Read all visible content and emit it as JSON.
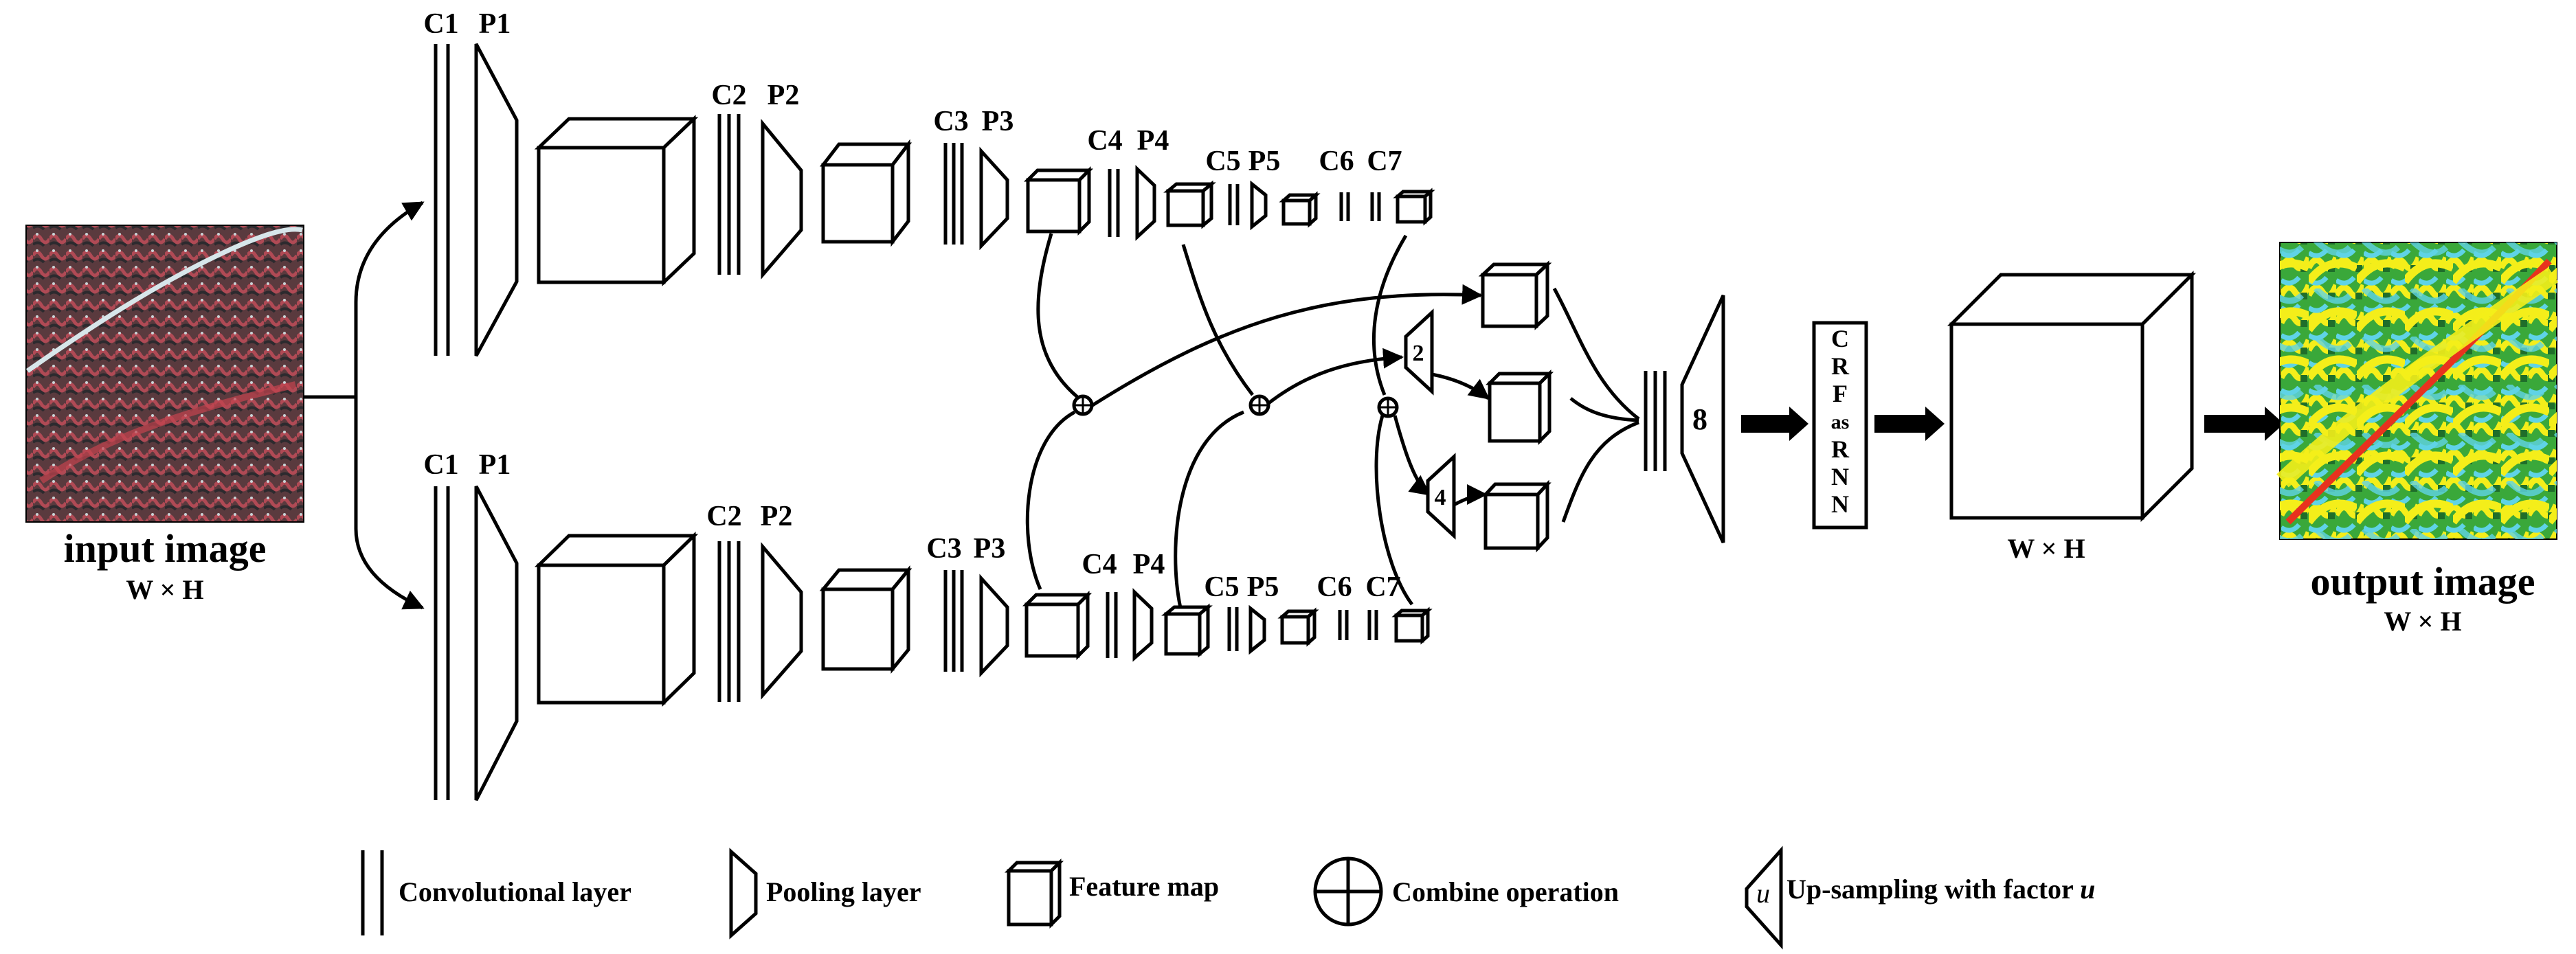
{
  "input": {
    "title": "input image",
    "dims": "W × H"
  },
  "output": {
    "title": "output image",
    "dims": "W × H"
  },
  "middle_dims": "W × H",
  "branch_top": {
    "C1": "C1",
    "P1": "P1",
    "C2": "C2",
    "P2": "P2",
    "C3": "C3",
    "P3": "P3",
    "C4": "C4",
    "P4": "P4",
    "C5": "C5",
    "P5": "P5",
    "C6": "C6",
    "C7": "C7"
  },
  "branch_bottom": {
    "C1": "C1",
    "P1": "P1",
    "C2": "C2",
    "P2": "P2",
    "C3": "C3",
    "P3": "P3",
    "C4": "C4",
    "P4": "P4",
    "C5": "C5",
    "P5": "P5",
    "C6": "C6",
    "C7": "C7"
  },
  "upsample_factors": {
    "u2": "2",
    "u4": "4",
    "u8": "8"
  },
  "crf": [
    "C",
    "R",
    "F",
    "as",
    "R",
    "N",
    "N"
  ],
  "legend": {
    "conv": "Convolutional layer",
    "pool": "Pooling layer",
    "feature": "Feature map",
    "combine": "Combine operation",
    "upsample_prefix": "Up-sampling with factor ",
    "upsample_var": "u",
    "upsample_symbol": "u"
  },
  "colors": {
    "line": "#000000",
    "background": "#ffffff"
  }
}
